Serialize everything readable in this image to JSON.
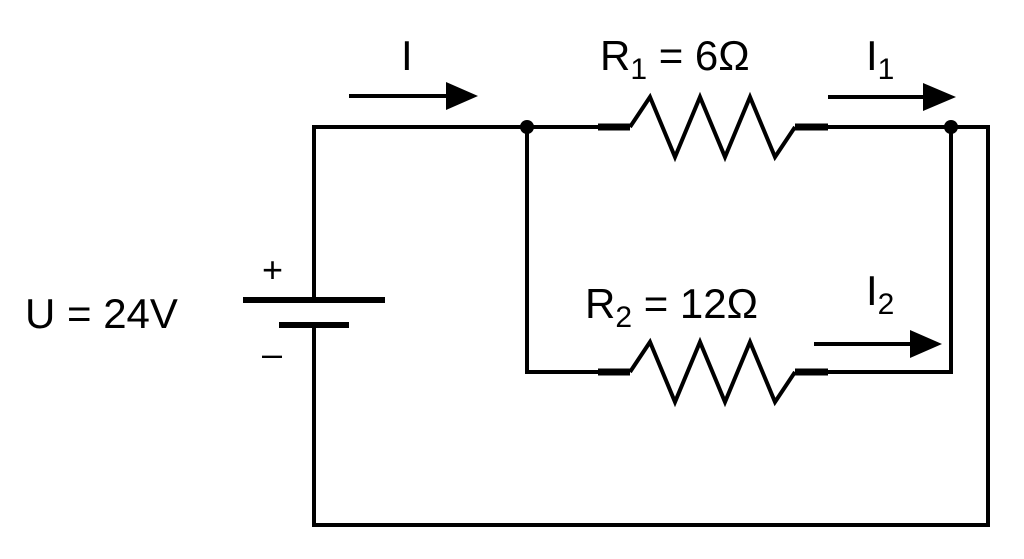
{
  "source": {
    "label": "U = 24V",
    "plus_sign": "+",
    "minus_sign": "–"
  },
  "currents": {
    "total": "I",
    "branch1_main": "I",
    "branch1_sub": "1",
    "branch2_main": "I",
    "branch2_sub": "2"
  },
  "resistors": {
    "r1": {
      "symbol": "R",
      "sub": "1",
      "value": " = 6Ω"
    },
    "r2": {
      "symbol": "R",
      "sub": "2",
      "value": " = 12Ω"
    }
  }
}
